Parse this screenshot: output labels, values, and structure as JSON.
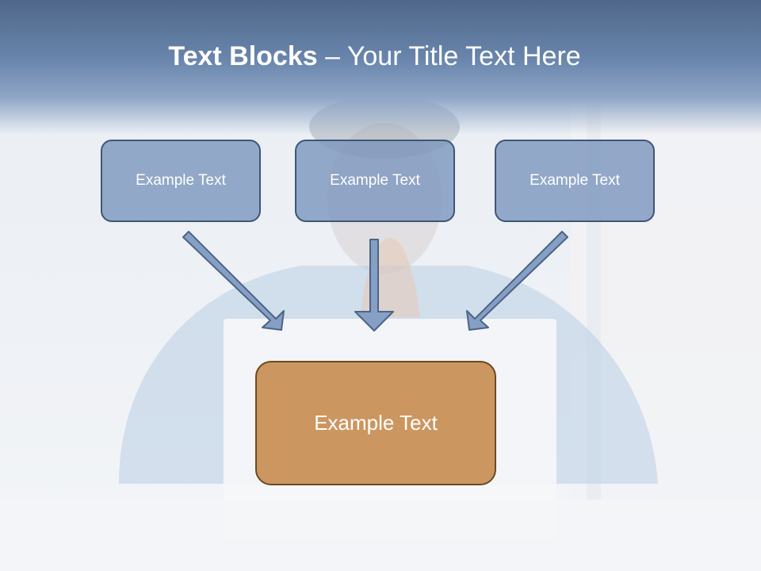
{
  "slide": {
    "title_bold": "Text Blocks",
    "title_rest": " – Your Title Text Here"
  },
  "blocks": [
    {
      "label": "Example Text"
    },
    {
      "label": "Example Text"
    },
    {
      "label": "Example Text"
    }
  ],
  "center_block": {
    "label": "Example Text"
  },
  "colors": {
    "title_band": "#6a86ad",
    "block_fill": "#7e97be",
    "block_border": "#3f5677",
    "center_fill": "#cc9660",
    "center_border": "#6b4a22",
    "arrow_fill": "#869fc4",
    "arrow_stroke": "#4d6487"
  }
}
